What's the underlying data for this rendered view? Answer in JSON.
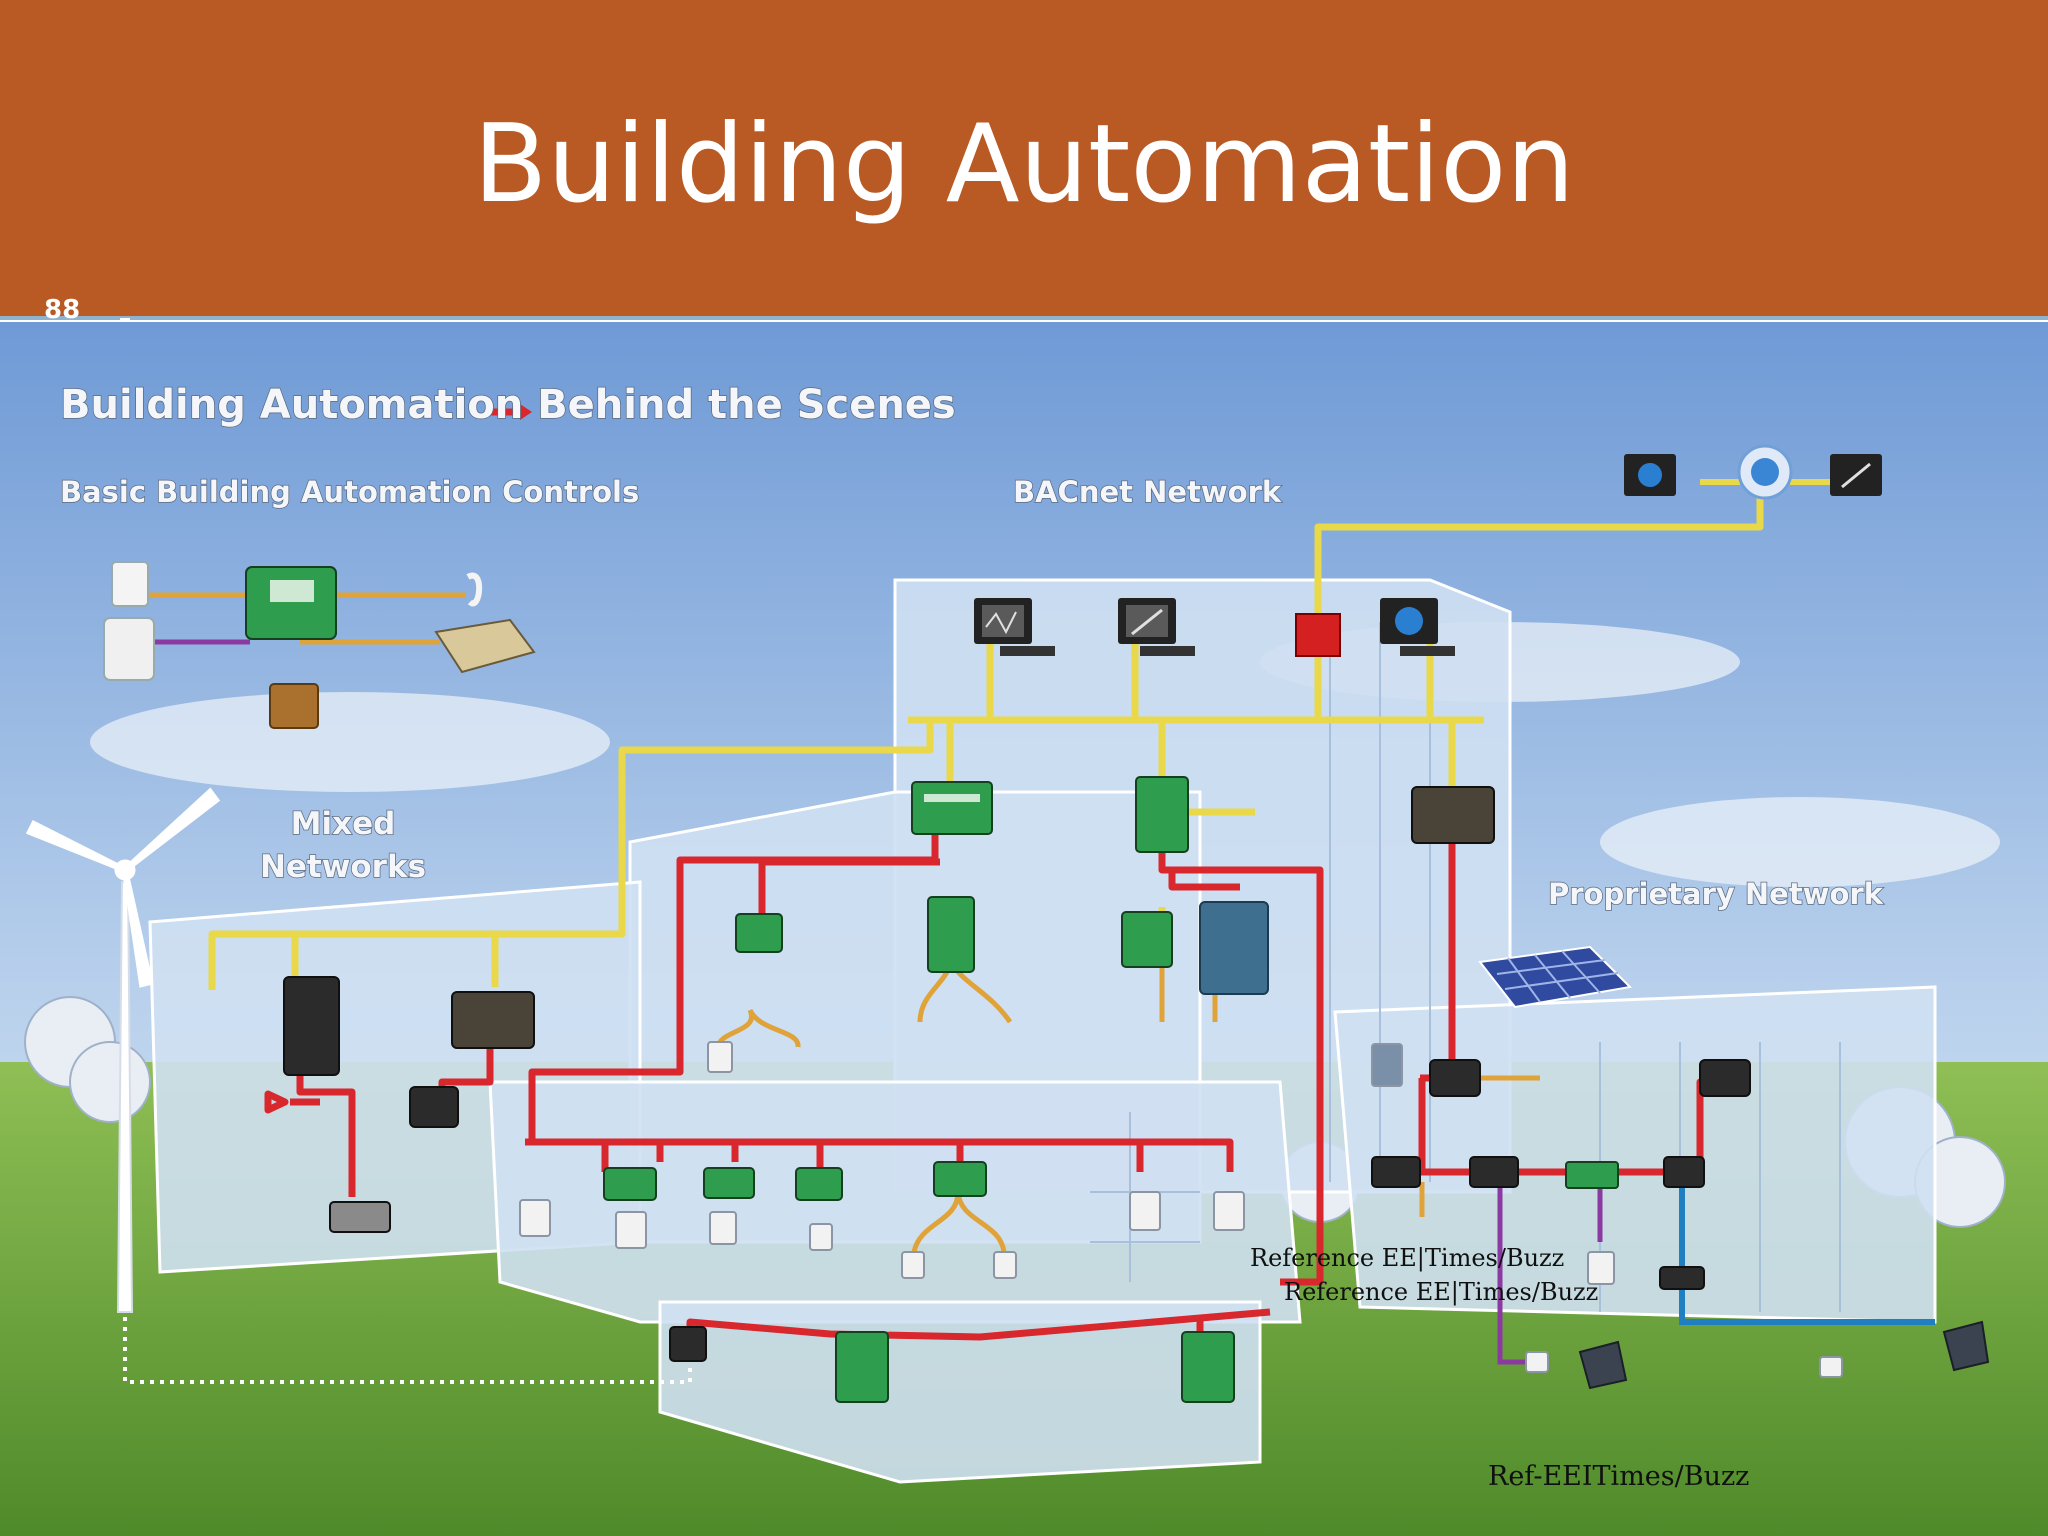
{
  "slide": {
    "title": "Building Automation",
    "slide_number": "88"
  },
  "diagram": {
    "heading": "Building Automation Behind the Scenes",
    "labels": {
      "basic_controls": "Basic Building Automation Controls",
      "bacnet": "BACnet Network",
      "mixed_line1": "Mixed",
      "mixed_line2": "Networks",
      "proprietary": "Proprietary Network"
    },
    "references": {
      "ref1": "Reference EE|Times/Buzz",
      "ref2": "Reference EE|Times/Buzz",
      "ref3": "Ref-EEITimes/Buzz"
    },
    "colors": {
      "header": "#b95a25",
      "bacnet_bus": "#e8d84a",
      "field_bus": "#d9272e",
      "proprietary_bus": "#1f7fc0",
      "controller": "#2e9d4e"
    }
  }
}
